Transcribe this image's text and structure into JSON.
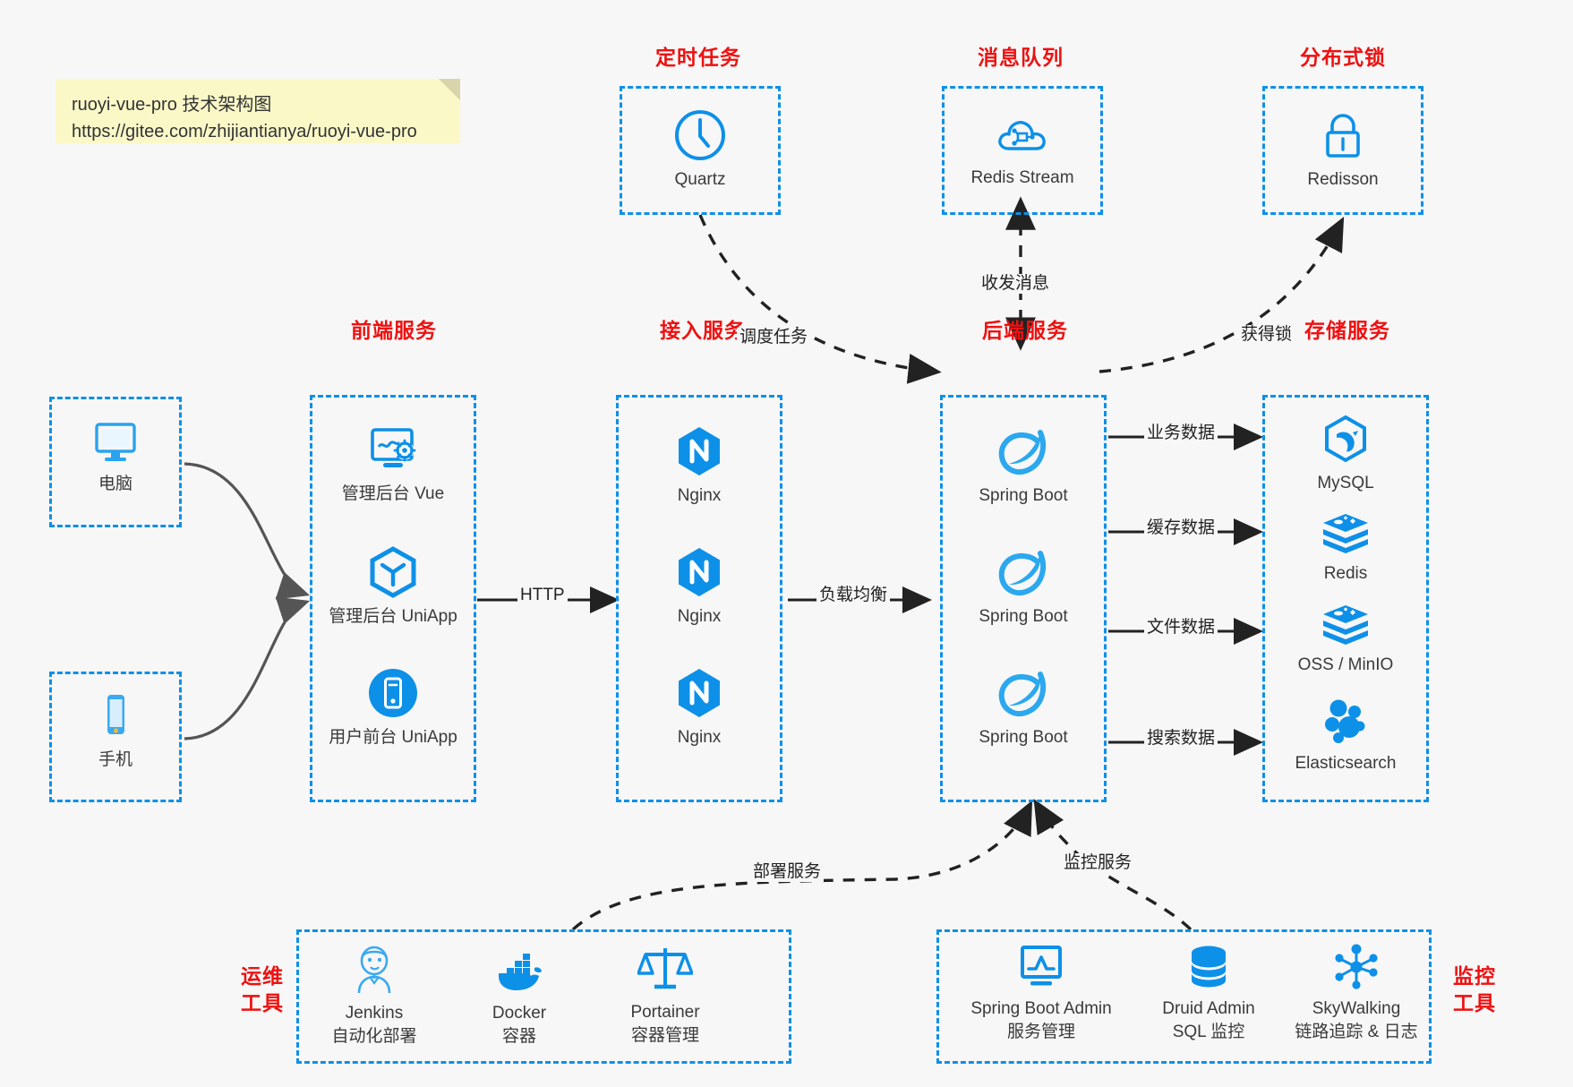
{
  "note": {
    "title": "ruoyi-vue-pro 技术架构图",
    "url": "https://gitee.com/zhijiantianya/ruoyi-vue-pro"
  },
  "colors": {
    "box_blue": "#0d90e8",
    "group_title_red": "#ee1111",
    "icon_blue": "#0d90e8",
    "background": "#f7f7f7",
    "note_yellow": "#fbf8c8",
    "arrow_gray": "#555555",
    "arrow_black": "#222222"
  },
  "groups": {
    "scheduler": {
      "title": "定时任务"
    },
    "mq": {
      "title": "消息队列"
    },
    "lock": {
      "title": "分布式锁"
    },
    "frontend": {
      "title": "前端服务"
    },
    "gateway": {
      "title": "接入服务"
    },
    "backend": {
      "title": "后端服务"
    },
    "storage": {
      "title": "存储服务"
    },
    "devops": {
      "title": "运维\n工具",
      "line1": "运维",
      "line2": "工具"
    },
    "monitor": {
      "title": "监控\n工具",
      "line1": "监控",
      "line2": "工具"
    }
  },
  "nodes": {
    "quartz": {
      "label": "Quartz",
      "icon": "clock-icon"
    },
    "redis_stream": {
      "label": "Redis Stream",
      "icon": "cloud-stream-icon"
    },
    "redisson": {
      "label": "Redisson",
      "icon": "lock-icon"
    },
    "pc": {
      "label": "电脑",
      "icon": "desktop-monitor-icon"
    },
    "mobile": {
      "label": "手机",
      "icon": "smartphone-icon"
    },
    "admin_vue": {
      "label": "管理后台 Vue",
      "icon": "monitor-gear-icon"
    },
    "admin_uniapp": {
      "label": "管理后台 UniApp",
      "icon": "hexagon-cube-icon"
    },
    "user_uniapp": {
      "label": "用户前台 UniApp",
      "icon": "phone-circle-icon"
    },
    "nginx1": {
      "label": "Nginx",
      "icon": "nginx-icon"
    },
    "nginx2": {
      "label": "Nginx",
      "icon": "nginx-icon"
    },
    "nginx3": {
      "label": "Nginx",
      "icon": "nginx-icon"
    },
    "springboot1": {
      "label": "Spring Boot",
      "icon": "spring-leaf-icon"
    },
    "springboot2": {
      "label": "Spring Boot",
      "icon": "spring-leaf-icon"
    },
    "springboot3": {
      "label": "Spring Boot",
      "icon": "spring-leaf-icon"
    },
    "mysql": {
      "label": "MySQL",
      "icon": "mysql-dolphin-icon"
    },
    "redis": {
      "label": "Redis",
      "icon": "redis-stack-icon"
    },
    "oss": {
      "label": "OSS / MinIO",
      "icon": "redis-stack-icon"
    },
    "elasticsearch": {
      "label": "Elasticsearch",
      "icon": "elasticsearch-icon"
    },
    "jenkins": {
      "label": "Jenkins",
      "sublabel": "自动化部署",
      "icon": "jenkins-butler-icon"
    },
    "docker": {
      "label": "Docker",
      "sublabel": "容器",
      "icon": "docker-whale-icon"
    },
    "portainer": {
      "label": "Portainer",
      "sublabel": "容器管理",
      "icon": "scales-icon"
    },
    "sba": {
      "label": "Spring Boot Admin",
      "sublabel": "服务管理",
      "icon": "monitor-chart-icon"
    },
    "druid": {
      "label": "Druid Admin",
      "sublabel": "SQL 监控",
      "icon": "database-icon"
    },
    "skywalking": {
      "label": "SkyWalking",
      "sublabel": "链路追踪 & 日志",
      "icon": "skywalking-nodes-icon"
    }
  },
  "edges": {
    "schedule_task": "调度任务",
    "send_receive_msg": "收发消息",
    "acquire_lock": "获得锁",
    "http": "HTTP",
    "load_balance": "负载均衡",
    "business_data": "业务数据",
    "cache_data": "缓存数据",
    "file_data": "文件数据",
    "search_data": "搜索数据",
    "deploy_service": "部署服务",
    "monitor_service": "监控服务"
  }
}
